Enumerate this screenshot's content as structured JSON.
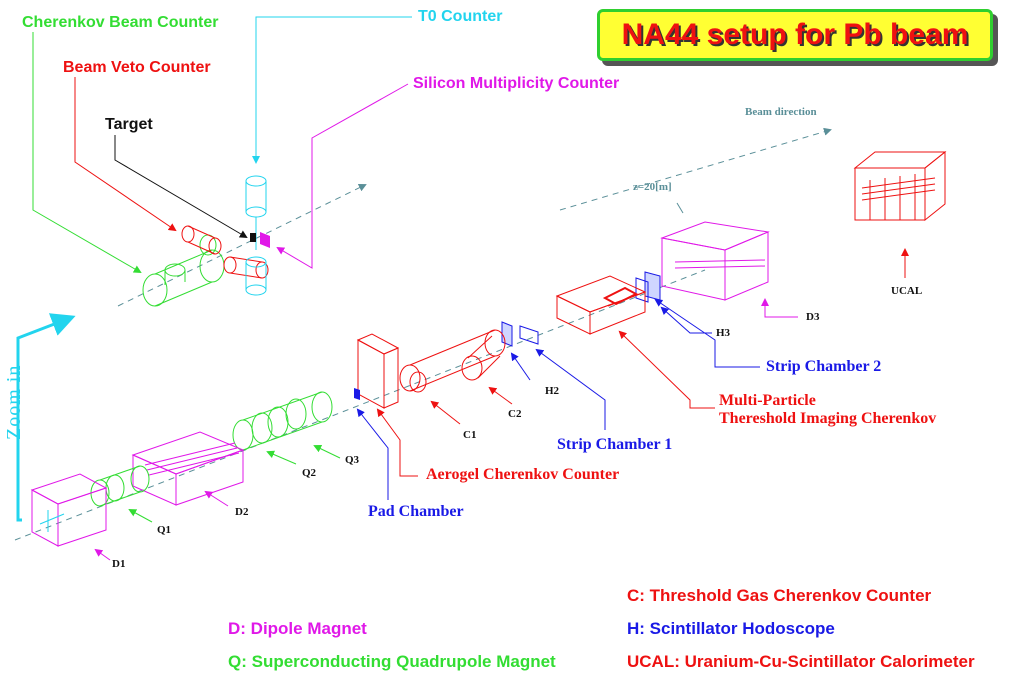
{
  "title": "NA44 setup for Pb beam",
  "zoom_label": "Zoom in",
  "top_labels": {
    "cherenkov_beam_counter": "Cherenkov Beam Counter",
    "t0_counter": "T0 Counter",
    "beam_veto_counter": "Beam Veto Counter",
    "silicon_multiplicity_counter": "Silicon Multiplicity Counter",
    "target": "Target"
  },
  "beam": {
    "direction_label": "Beam direction",
    "z_label": "z=20[m]"
  },
  "components": {
    "ucal": "UCAL",
    "d3": "D3",
    "h3": "H3",
    "strip_chamber_2": "Strip Chamber 2",
    "multi_particle_1": "Multi-Particle",
    "multi_particle_2": "Thereshold Imaging Cherenkov",
    "h2": "H2",
    "c2": "C2",
    "c1": "C1",
    "strip_chamber_1": "Strip Chamber 1",
    "aerogel": "Aerogel Cherenkov Counter",
    "pad_chamber": "Pad Chamber",
    "q3": "Q3",
    "q2": "Q2",
    "q1": "Q1",
    "d2": "D2",
    "d1": "D1"
  },
  "legend": {
    "c": "C:  Threshold Gas Cherenkov Counter",
    "d": "D:  Dipole Magnet",
    "h": "H:  Scintillator Hodoscope",
    "q": "Q:  Superconducting Quadrupole Magnet",
    "ucal": "UCAL:  Uranium-Cu-Scintillator Calorimeter"
  },
  "colors": {
    "green": "#33dd33",
    "red": "#ee1111",
    "cyan": "#22d4ee",
    "magenta": "#e018e8",
    "blue": "#1a1ae6",
    "teal": "#5a8f98",
    "title_bg": "#ffff33"
  }
}
